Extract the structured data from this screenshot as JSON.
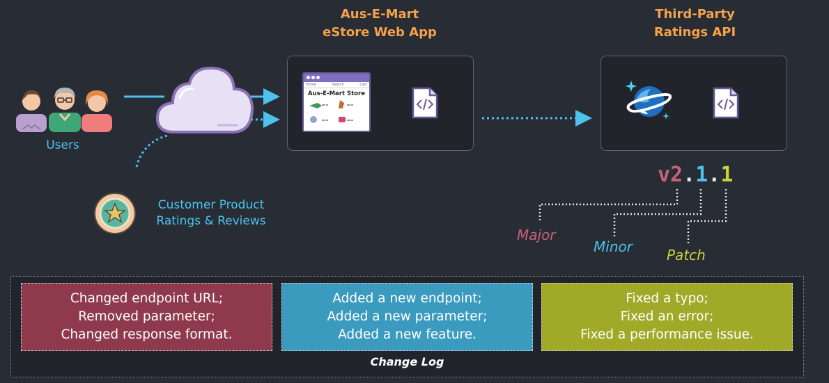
{
  "estore": {
    "title_line1": "Aus-E-Mart",
    "title_line2": "eStore Web App",
    "mock_title": "Aus-E-Mart Store",
    "mock_nav": [
      "Home",
      "Search",
      "Cart"
    ]
  },
  "api": {
    "title_line1": "Third-Party",
    "title_line2": "Ratings API"
  },
  "users": {
    "label": "Users"
  },
  "reviews": {
    "line1": "Customer Product",
    "line2": "Ratings & Reviews"
  },
  "version": {
    "major": "v2",
    "dot1": ".",
    "minor": "1",
    "dot2": ".",
    "patch": "1",
    "major_label": "Major",
    "minor_label": "Minor",
    "patch_label": "Patch"
  },
  "changes": {
    "major": [
      "Changed endpoint URL;",
      "Removed parameter;",
      "Changed response format."
    ],
    "minor": [
      "Added a new endpoint;",
      "Added a new parameter;",
      "Added a new feature."
    ],
    "patch": [
      "Fixed a typo;",
      "Fixed an error;",
      "Fixed a performance issue."
    ]
  },
  "changelog": {
    "label": "Change Log"
  },
  "colors": {
    "major": "#8e3a4c",
    "minor": "#3b9bbf",
    "patch": "#a0aa28",
    "major_text": "#c5627a",
    "minor_text": "#4cc3ef",
    "patch_text": "#c9d43a",
    "accent_orange": "#f5a34b",
    "arrow_blue": "#4cc3ef"
  }
}
